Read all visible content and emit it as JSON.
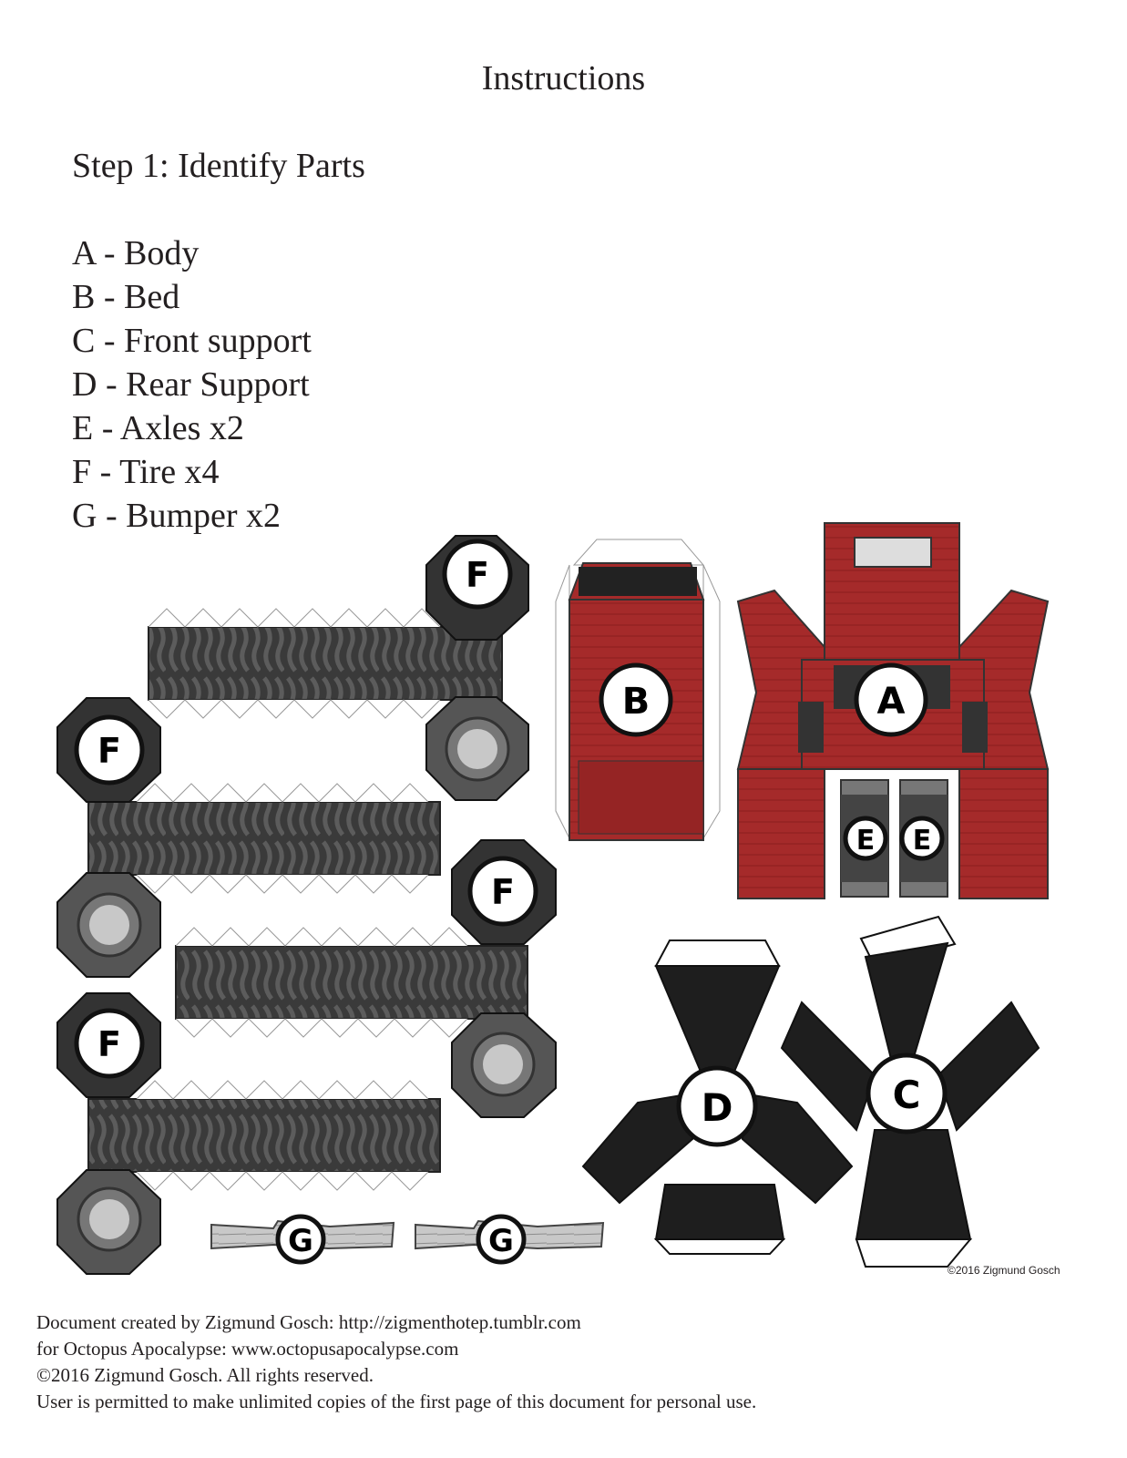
{
  "title": "Instructions",
  "step_heading": "Step 1: Identify Parts",
  "parts": [
    "A - Body",
    "B - Bed",
    "C - Front support",
    "D - Rear Support",
    "E - Axles x2",
    "F - Tire x4",
    "G - Bumper x2"
  ],
  "piece_labels": {
    "a": "A",
    "b": "B",
    "c": "C",
    "d": "D",
    "e": "E",
    "f": "F",
    "g": "G"
  },
  "copyright_mark": "©2016 Zigmund Gosch",
  "footer": [
    "Document created by Zigmund Gosch: http://zigmenthotep.tumblr.com",
    "for Octopus Apocalypse: www.octopusapocalypse.com",
    "©2016 Zigmund Gosch. All rights reserved.",
    "User is permitted to make unlimited copies of the first page of this document for personal use."
  ],
  "colors": {
    "body_red": "#a52a2a",
    "tire_dark": "#333333",
    "tire_gray": "#777777",
    "support_black": "#1e1e1e",
    "bumper_gray": "#c8c8c8"
  }
}
